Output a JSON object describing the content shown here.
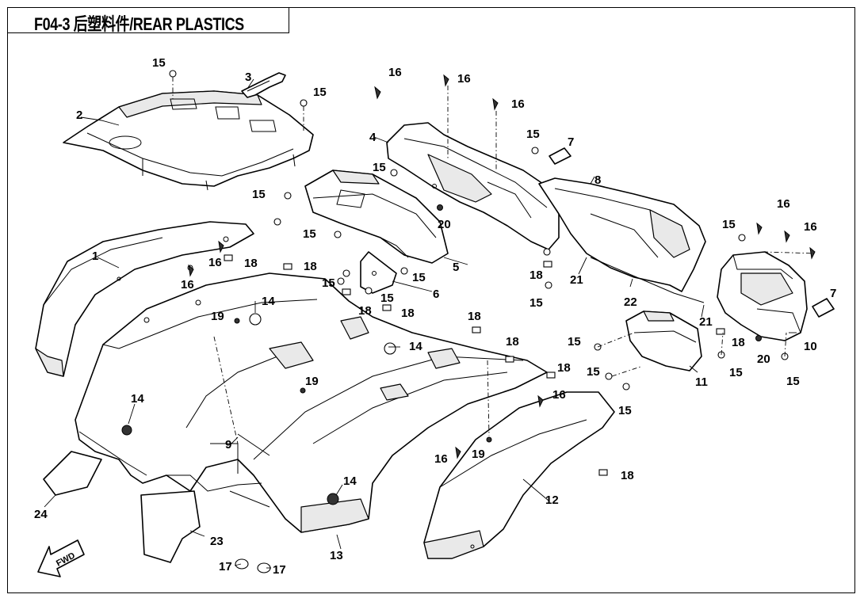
{
  "title": {
    "text": "F04-3 后塑料件/REAR PLASTICS"
  },
  "fwd_arrow": {
    "text": "FWD"
  },
  "callouts": [
    {
      "id": "c-15-a",
      "text": "15"
    },
    {
      "id": "c-3",
      "text": "3"
    },
    {
      "id": "c-15-b",
      "text": "15"
    },
    {
      "id": "c-2",
      "text": "2"
    },
    {
      "id": "c-16-a",
      "text": "16"
    },
    {
      "id": "c-16-b",
      "text": "16"
    },
    {
      "id": "c-16-c",
      "text": "16"
    },
    {
      "id": "c-4",
      "text": "4"
    },
    {
      "id": "c-15-c",
      "text": "15"
    },
    {
      "id": "c-15-d",
      "text": "15"
    },
    {
      "id": "c-7-a",
      "text": "7"
    },
    {
      "id": "c-15-e",
      "text": "15"
    },
    {
      "id": "c-8",
      "text": "8"
    },
    {
      "id": "c-20-a",
      "text": "20"
    },
    {
      "id": "c-15-f",
      "text": "15"
    },
    {
      "id": "c-1",
      "text": "1"
    },
    {
      "id": "c-16-d",
      "text": "16"
    },
    {
      "id": "c-18-a",
      "text": "18"
    },
    {
      "id": "c-18-b",
      "text": "18"
    },
    {
      "id": "c-16-e",
      "text": "16"
    },
    {
      "id": "c-15-g",
      "text": "15"
    },
    {
      "id": "c-15-h",
      "text": "15"
    },
    {
      "id": "c-5",
      "text": "5"
    },
    {
      "id": "c-15-i",
      "text": "15"
    },
    {
      "id": "c-6",
      "text": "6"
    },
    {
      "id": "c-18-c",
      "text": "18"
    },
    {
      "id": "c-15-j",
      "text": "15"
    },
    {
      "id": "c-21-a",
      "text": "21"
    },
    {
      "id": "c-22",
      "text": "22"
    },
    {
      "id": "c-21-b",
      "text": "21"
    },
    {
      "id": "c-16-f",
      "text": "16"
    },
    {
      "id": "c-15-k",
      "text": "15"
    },
    {
      "id": "c-16-g",
      "text": "16"
    },
    {
      "id": "c-7-b",
      "text": "7"
    },
    {
      "id": "c-14-a",
      "text": "14"
    },
    {
      "id": "c-19-a",
      "text": "19"
    },
    {
      "id": "c-18-d",
      "text": "18"
    },
    {
      "id": "c-18-e",
      "text": "18"
    },
    {
      "id": "c-18-f",
      "text": "18"
    },
    {
      "id": "c-18-g",
      "text": "18"
    },
    {
      "id": "c-14-b",
      "text": "14"
    },
    {
      "id": "c-15-l",
      "text": "15"
    },
    {
      "id": "c-18-h",
      "text": "18"
    },
    {
      "id": "c-15-m",
      "text": "15"
    },
    {
      "id": "c-20-b",
      "text": "20"
    },
    {
      "id": "c-10",
      "text": "10"
    },
    {
      "id": "c-15-n",
      "text": "15"
    },
    {
      "id": "c-15-o",
      "text": "15"
    },
    {
      "id": "c-11",
      "text": "11"
    },
    {
      "id": "c-15-p",
      "text": "15"
    },
    {
      "id": "c-18-i",
      "text": "18"
    },
    {
      "id": "c-16-h",
      "text": "16"
    },
    {
      "id": "c-19-b",
      "text": "19"
    },
    {
      "id": "c-14-c",
      "text": "14"
    },
    {
      "id": "c-9",
      "text": "9"
    },
    {
      "id": "c-19-c",
      "text": "19"
    },
    {
      "id": "c-16-i",
      "text": "16"
    },
    {
      "id": "c-18-j",
      "text": "18"
    },
    {
      "id": "c-14-d",
      "text": "14"
    },
    {
      "id": "c-12",
      "text": "12"
    },
    {
      "id": "c-24",
      "text": "24"
    },
    {
      "id": "c-23",
      "text": "23"
    },
    {
      "id": "c-13",
      "text": "13"
    },
    {
      "id": "c-17-a",
      "text": "17"
    },
    {
      "id": "c-17-b",
      "text": "17"
    }
  ]
}
